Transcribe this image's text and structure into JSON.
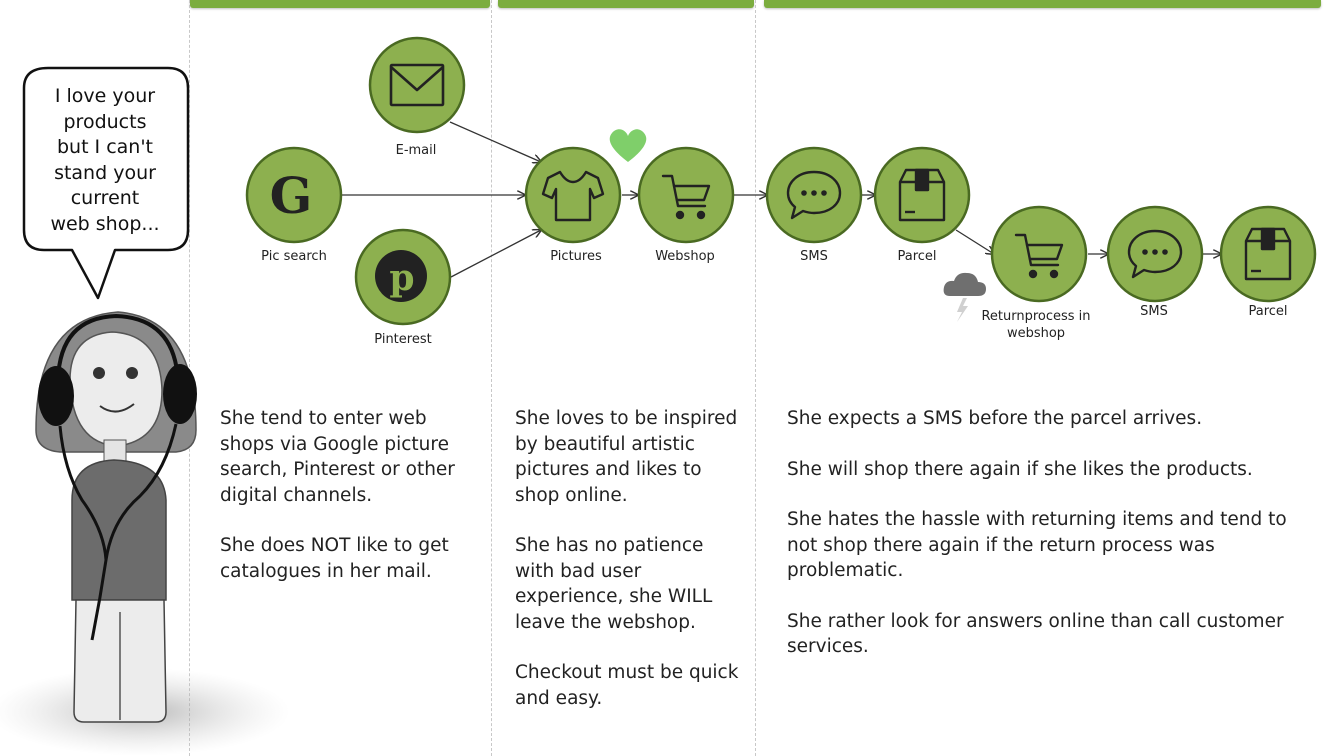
{
  "speech_bubble": {
    "lines": [
      "I love your",
      "products",
      "but I can't",
      "stand your",
      "current",
      "web shop..."
    ]
  },
  "nodes": {
    "email": {
      "label": "E-mail",
      "icon": "envelope-icon"
    },
    "picsearch": {
      "label": "Pic search",
      "icon": "google-g-icon"
    },
    "pinterest": {
      "label": "Pinterest",
      "icon": "pinterest-icon"
    },
    "pictures": {
      "label": "Pictures",
      "icon": "tshirt-icon"
    },
    "webshop": {
      "label": "Webshop",
      "icon": "shopping-cart-icon"
    },
    "sms1": {
      "label": "SMS",
      "icon": "chat-bubble-icon"
    },
    "parcel1": {
      "label": "Parcel",
      "icon": "package-box-icon"
    },
    "returnprocess": {
      "label": "Returnprocess in webshop",
      "icon": "shopping-cart-icon"
    },
    "sms2": {
      "label": "SMS",
      "icon": "chat-bubble-icon"
    },
    "parcel2": {
      "label": "Parcel",
      "icon": "package-box-icon"
    }
  },
  "decorations": {
    "heart": "heart-icon",
    "storm": "storm-cloud-icon"
  },
  "columns": [
    {
      "paragraphs": [
        "She tend to enter web shops via Google picture search, Pinterest or other digital channels.",
        "She does NOT like to get catalogues in her mail."
      ]
    },
    {
      "paragraphs": [
        "She loves to be inspired by beautiful artistic pictures and likes to shop online.",
        "She has no patience with bad user experience, she WILL leave the webshop.",
        "Checkout must be quick and easy."
      ]
    },
    {
      "paragraphs": [
        "She expects a SMS before the parcel arrives.",
        "She will shop there again if she likes the products.",
        "She hates the hassle with returning items and tend to not shop there again if the return process was problematic.",
        "She rather look for answers online than call customer services."
      ]
    }
  ],
  "colors": {
    "node_fill": "#8db04f",
    "node_stroke": "#4a6a22",
    "accent_bar": "#7cad3f",
    "heart": "#7fcf6a"
  }
}
